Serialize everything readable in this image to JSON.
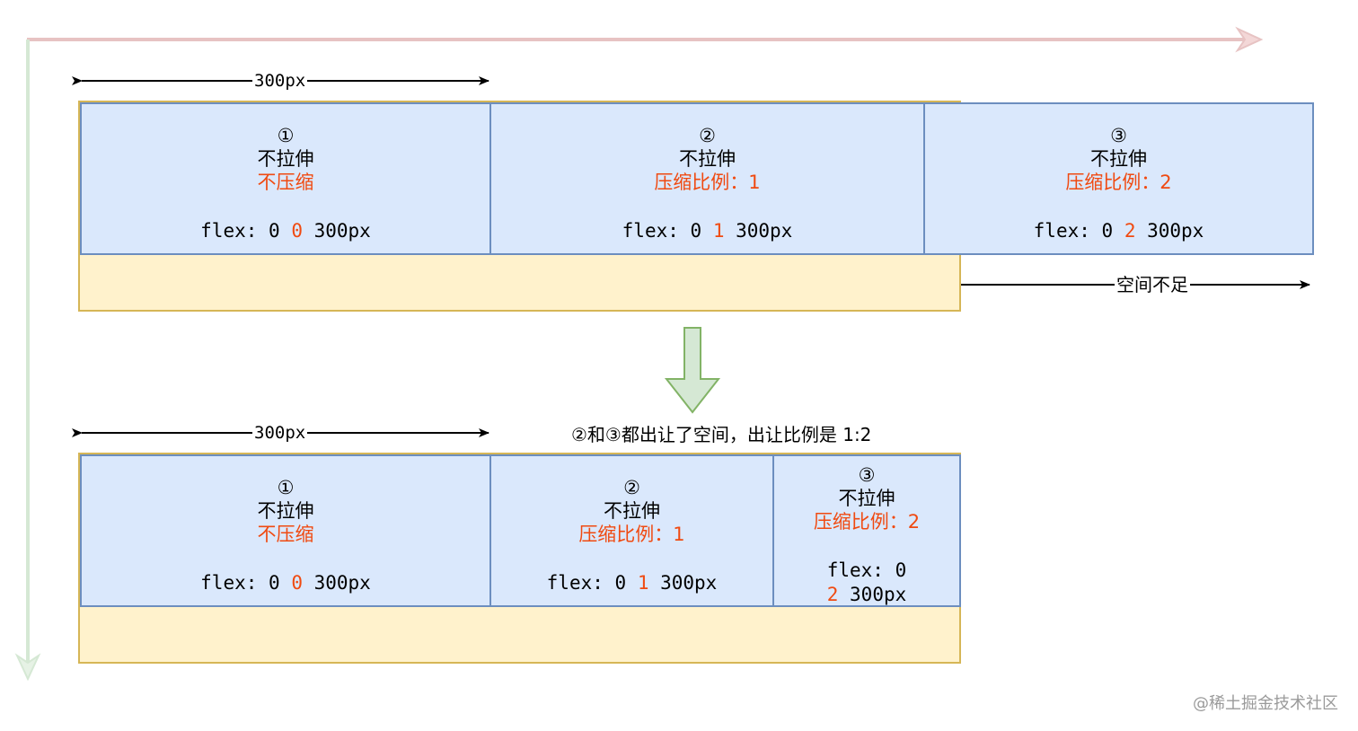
{
  "top": {
    "width_label": "300px",
    "shortage_label": "空间不足",
    "items": [
      {
        "num": "①",
        "grow": "不拉伸",
        "shrink": "不压缩",
        "flex_prefix": "flex: 0 ",
        "flex_shrink": "0",
        "flex_suffix": " 300px"
      },
      {
        "num": "②",
        "grow": "不拉伸",
        "shrink": "压缩比例：1",
        "flex_prefix": "flex: 0 ",
        "flex_shrink": "1",
        "flex_suffix": " 300px"
      },
      {
        "num": "③",
        "grow": "不拉伸",
        "shrink": "压缩比例：2",
        "flex_prefix": "flex: 0 ",
        "flex_shrink": "2",
        "flex_suffix": " 300px"
      }
    ]
  },
  "bottom": {
    "width_label": "300px",
    "note": "②和③都出让了空间，出让比例是 1:2",
    "items": [
      {
        "num": "①",
        "grow": "不拉伸",
        "shrink": "不压缩",
        "flex_prefix": "flex: 0 ",
        "flex_shrink": "0",
        "flex_suffix": " 300px"
      },
      {
        "num": "②",
        "grow": "不拉伸",
        "shrink": "压缩比例：1",
        "flex_prefix": "flex: 0 ",
        "flex_shrink": "1",
        "flex_suffix": " 300px"
      },
      {
        "num": "③",
        "grow": "不拉伸",
        "shrink": "压缩比例：2",
        "flex_line1": "flex: 0",
        "flex_shrink": "2",
        "flex_suffix": " 300px"
      }
    ]
  },
  "watermark": "@稀土掘金技术社区",
  "colors": {
    "item_fill": "#dae8fc",
    "item_border": "#6c8ebf",
    "container_fill": "#fff2cc",
    "container_border": "#d6b656",
    "highlight": "#f04a11",
    "axis_x": "#e7c3c3",
    "axis_y": "#d5e8d4",
    "down_arrow_fill": "#d5e8d4",
    "down_arrow_stroke": "#82b366"
  }
}
